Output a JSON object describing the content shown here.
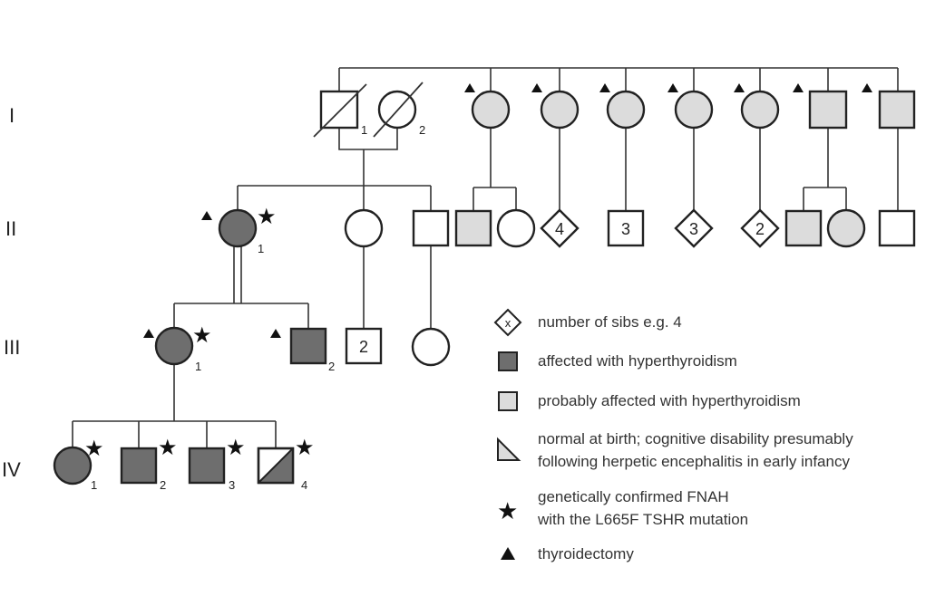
{
  "colors": {
    "affected": "#6e6e6e",
    "probably_affected": "#dcdcdc",
    "unaffected": "#ffffff",
    "line": "#333333"
  },
  "generations": [
    "I",
    "II",
    "III",
    "IV"
  ],
  "individuals": [
    {
      "id": "I-1",
      "shape": "square",
      "status": "unaffected",
      "deceased": true,
      "label": "1"
    },
    {
      "id": "I-2",
      "shape": "circle",
      "status": "unaffected",
      "deceased": true,
      "label": "2"
    },
    {
      "id": "I-s1",
      "shape": "circle",
      "status": "probably_affected",
      "thyroidectomy": true
    },
    {
      "id": "I-s2",
      "shape": "circle",
      "status": "probably_affected",
      "thyroidectomy": true
    },
    {
      "id": "I-s3",
      "shape": "circle",
      "status": "probably_affected",
      "thyroidectomy": true
    },
    {
      "id": "I-s4",
      "shape": "circle",
      "status": "probably_affected",
      "thyroidectomy": true
    },
    {
      "id": "I-s5",
      "shape": "circle",
      "status": "probably_affected",
      "thyroidectomy": true
    },
    {
      "id": "I-s6",
      "shape": "square",
      "status": "probably_affected",
      "thyroidectomy": true
    },
    {
      "id": "I-s7",
      "shape": "square",
      "status": "probably_affected",
      "thyroidectomy": true
    },
    {
      "id": "II-1",
      "shape": "circle",
      "status": "affected",
      "thyroidectomy": true,
      "confirmed": true,
      "label": "1"
    },
    {
      "id": "II-2",
      "shape": "circle",
      "status": "unaffected"
    },
    {
      "id": "II-3",
      "shape": "square",
      "status": "unaffected"
    },
    {
      "id": "II-c1a",
      "shape": "square",
      "status": "probably_affected"
    },
    {
      "id": "II-c1b",
      "shape": "circle",
      "status": "unaffected"
    },
    {
      "id": "II-c2",
      "shape": "diamond",
      "status": "unaffected",
      "count": "4"
    },
    {
      "id": "II-c3",
      "shape": "square",
      "status": "unaffected",
      "count": "3"
    },
    {
      "id": "II-c4",
      "shape": "diamond",
      "status": "unaffected",
      "count": "3"
    },
    {
      "id": "II-c5",
      "shape": "diamond",
      "status": "unaffected",
      "count": "2"
    },
    {
      "id": "II-c6a",
      "shape": "square",
      "status": "probably_affected"
    },
    {
      "id": "II-c6b",
      "shape": "circle",
      "status": "probably_affected"
    },
    {
      "id": "II-c7",
      "shape": "square",
      "status": "unaffected"
    },
    {
      "id": "III-1",
      "shape": "circle",
      "status": "affected",
      "thyroidectomy": true,
      "confirmed": true,
      "label": "1"
    },
    {
      "id": "III-2",
      "shape": "square",
      "status": "affected",
      "thyroidectomy": true,
      "label": "2"
    },
    {
      "id": "III-3",
      "shape": "square",
      "status": "unaffected",
      "count": "2"
    },
    {
      "id": "III-4",
      "shape": "circle",
      "status": "unaffected"
    },
    {
      "id": "IV-1",
      "shape": "circle",
      "status": "affected",
      "confirmed": true,
      "label": "1"
    },
    {
      "id": "IV-2",
      "shape": "square",
      "status": "affected",
      "confirmed": true,
      "label": "2"
    },
    {
      "id": "IV-3",
      "shape": "square",
      "status": "affected",
      "confirmed": true,
      "label": "3"
    },
    {
      "id": "IV-4",
      "shape": "square",
      "status": "half_affected",
      "confirmed": true,
      "label": "4"
    }
  ],
  "legend": {
    "sibs_symbol": "x",
    "sibs": "number of sibs e.g. 4",
    "affected": "affected with hyperthyroidism",
    "probably_affected": "probably affected with hyperthyroidism",
    "cognitive_1": "normal at birth; cognitive disability presumably",
    "cognitive_2": "following herpetic encephalitis in early infancy",
    "confirmed_1": "genetically  confirmed FNAH",
    "confirmed_2": "with the L665F TSHR mutation",
    "thyroidectomy": "thyroidectomy"
  }
}
